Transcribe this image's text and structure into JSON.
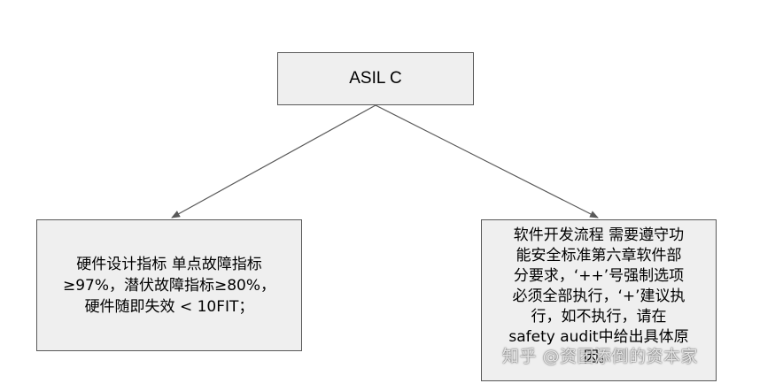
{
  "diagram": {
    "root": {
      "label": "ASIL C"
    },
    "left_child": {
      "text": "硬件设计指标 单点故障指标\n≥97%，潜伏故障指标≥80%，\n硬件随即失效 < 10FIT；"
    },
    "right_child": {
      "text": "软件开发流程 需要遵守功\n能安全标准第六章软件部\n分要求，‘++’号强制选项\n必须全部执行，‘+’建议执\n行，如不执行，请在\nsafety audit中给出具体原\n因。"
    },
    "colors": {
      "node_fill": "#efefef",
      "node_border": "#595959",
      "edge": "#595959"
    }
  },
  "watermark": {
    "text": "知乎 @资团添倒的资本家"
  }
}
